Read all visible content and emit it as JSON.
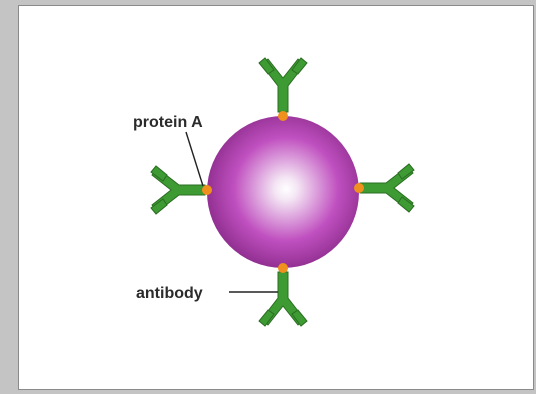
{
  "labels": {
    "protein_a": "protein A",
    "antibody": "antibody"
  },
  "colors": {
    "page_background": "#c4c4c4",
    "panel_background": "#ffffff",
    "bead_light": "#f4e6f4",
    "bead_mid": "#c050c0",
    "bead_dark": "#7a1f7a",
    "antibody_green": "#3e9a32",
    "antibody_outline": "#2a6d22",
    "protein_a_orange": "#f0901e",
    "leader_line": "#222222"
  },
  "diagram": {
    "components": [
      "bead",
      "antibody-top",
      "antibody-right",
      "antibody-bottom",
      "antibody-left"
    ]
  }
}
